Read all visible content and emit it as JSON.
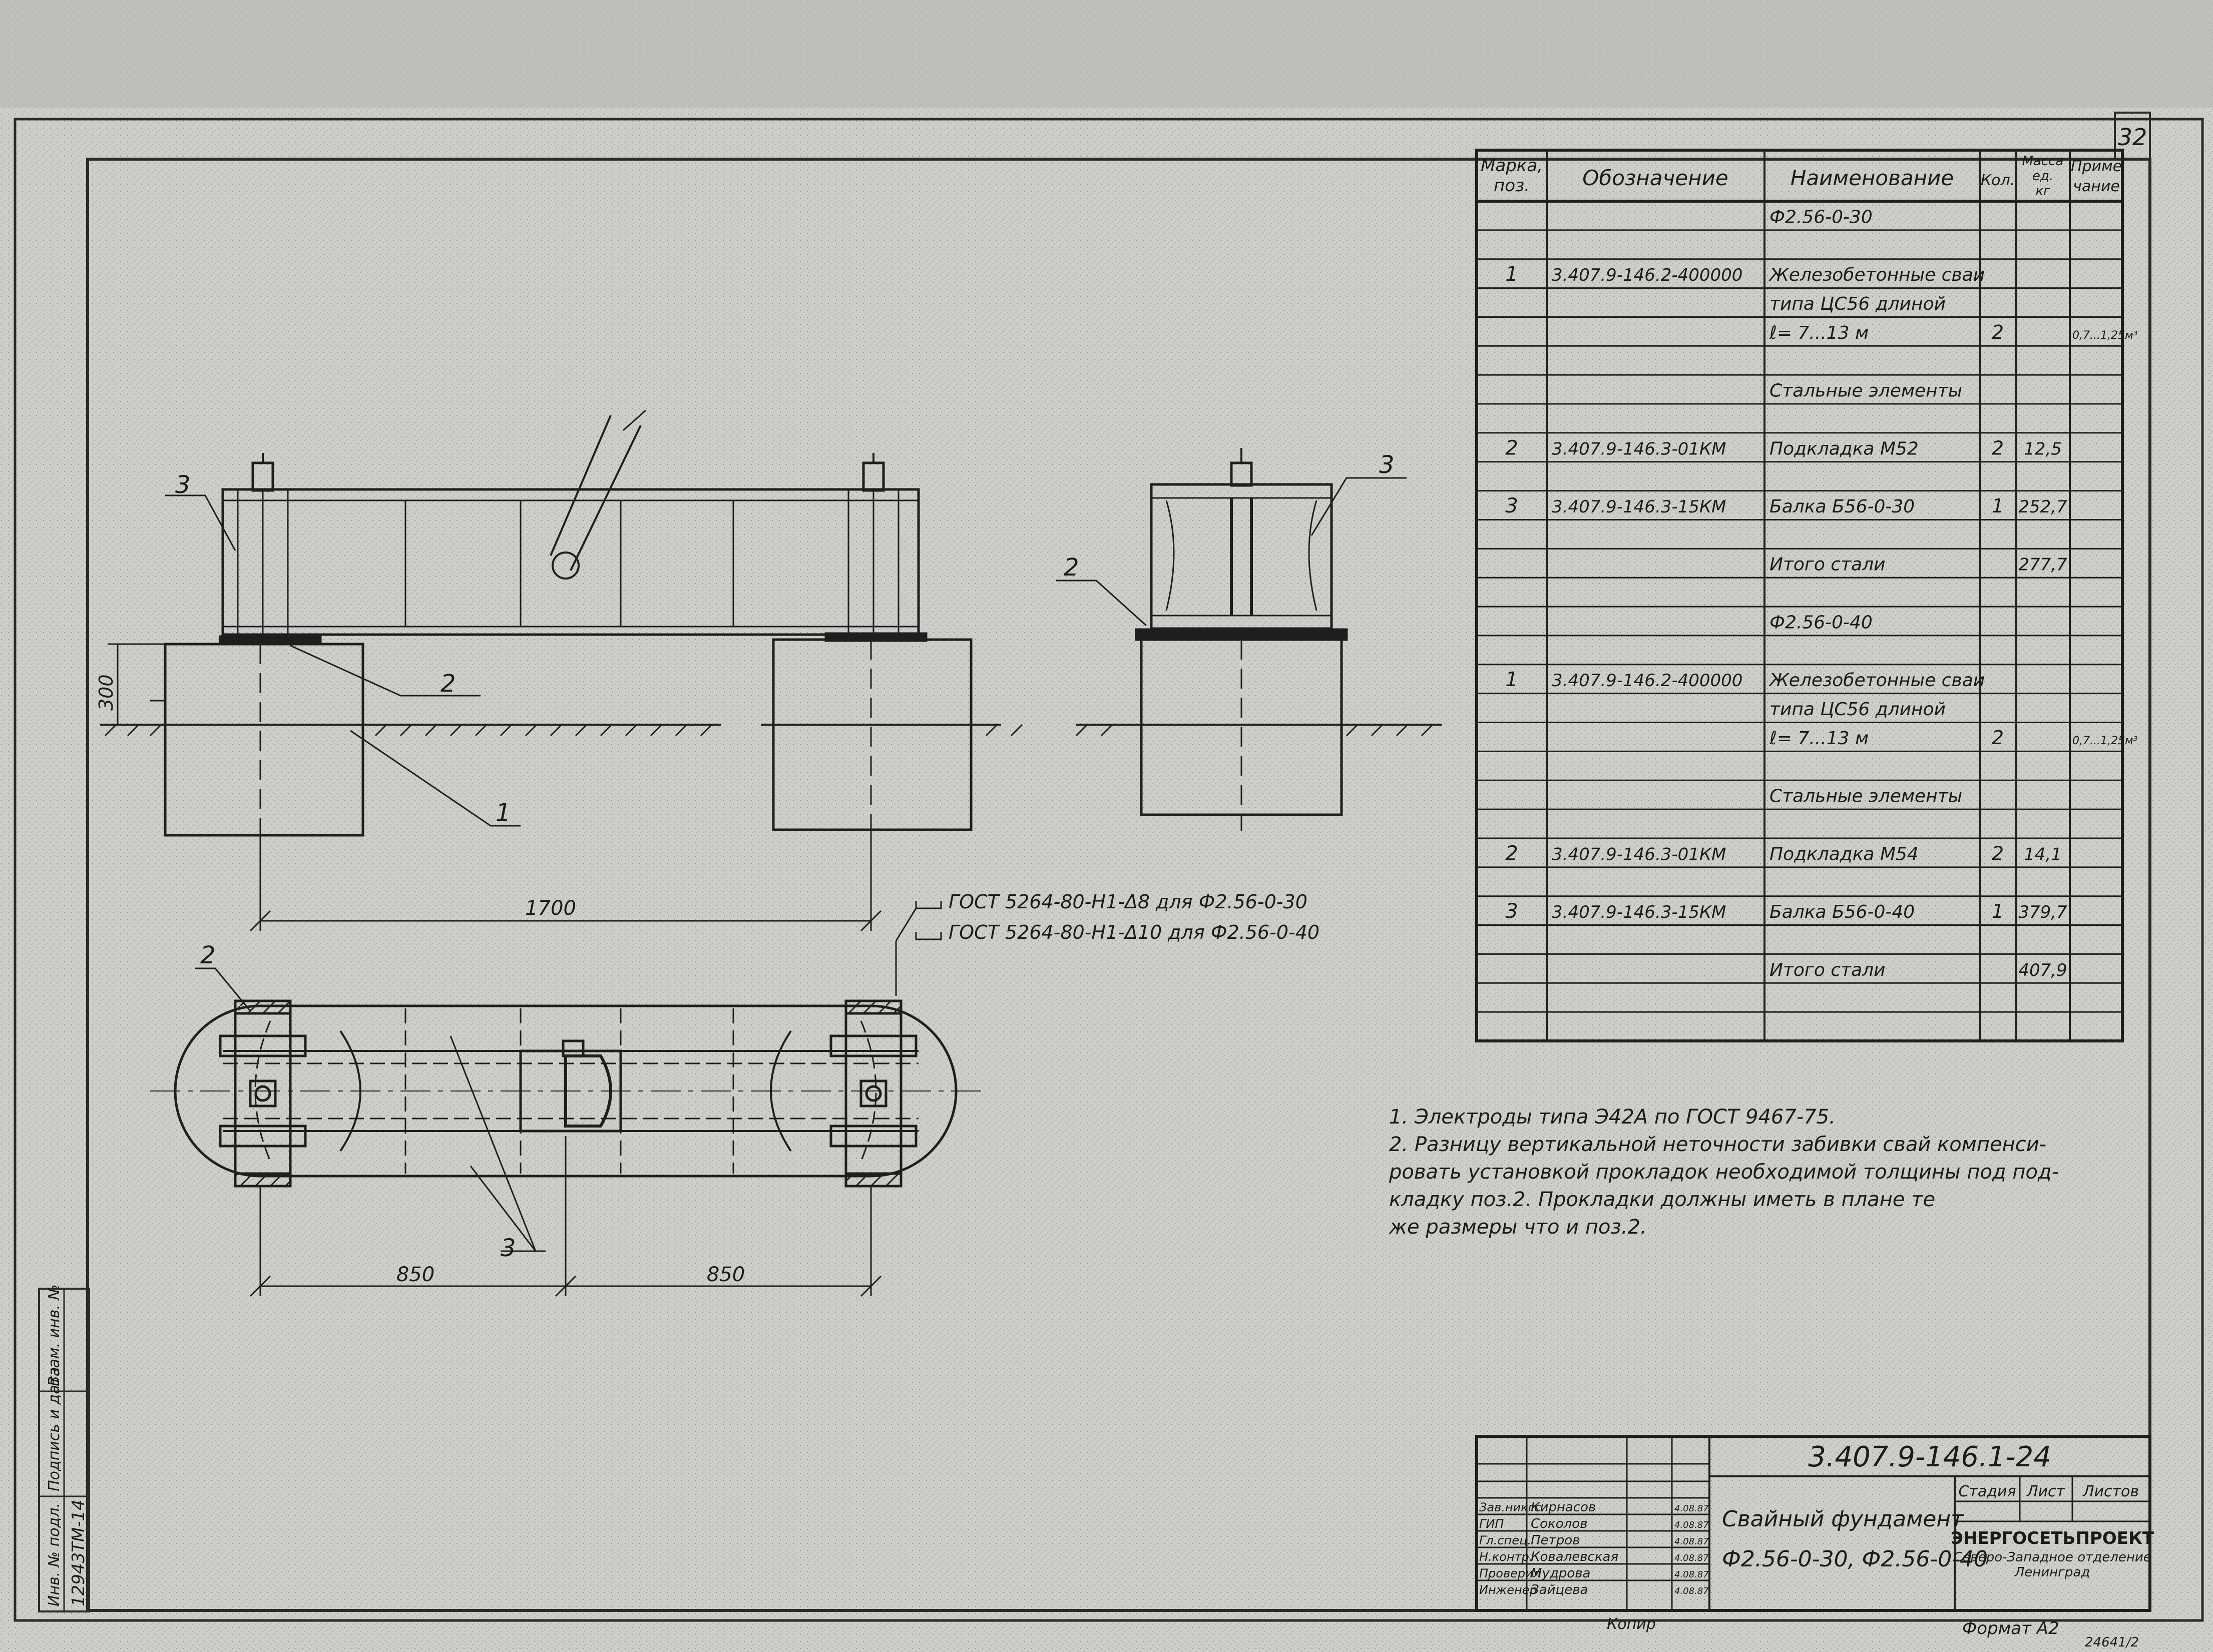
{
  "sheet_number": "32",
  "dimensions": {
    "height_300": "300",
    "span_1700": "1700",
    "span_850_left": "850",
    "span_850_right": "850"
  },
  "callouts": {
    "c1": "1",
    "c2a": "2",
    "c2b": "2",
    "c2c": "2",
    "c3a": "3",
    "c3b": "3",
    "c3c": "3"
  },
  "weld_notes": [
    "ГОСТ 5264-80-Н1-Δ8  для Ф2.56-0-30",
    "ГОСТ 5264-80-Н1-Δ10  для Ф2.56-0-40"
  ],
  "spec_table": {
    "headers": {
      "mark": [
        "Марка,",
        "поз."
      ],
      "designation": "Обозначение",
      "name": "Наименование",
      "qty": "Кол.",
      "mass": [
        "Масса",
        "ед.",
        "кг"
      ],
      "note": [
        "Приме",
        "чание"
      ]
    },
    "rows": [
      {
        "mark": "",
        "designation": "",
        "name": "Ф2.56-0-30",
        "qty": "",
        "mass": "",
        "note": ""
      },
      {
        "mark": "",
        "designation": "",
        "name": "",
        "qty": "",
        "mass": "",
        "note": ""
      },
      {
        "mark": "1",
        "designation": "3.407.9-146.2-400000",
        "name": "Железобетонные сваи",
        "qty": "",
        "mass": "",
        "note": ""
      },
      {
        "mark": "",
        "designation": "",
        "name": "типа ЦС56 длиной",
        "qty": "",
        "mass": "",
        "note": ""
      },
      {
        "mark": "",
        "designation": "",
        "name": "ℓ= 7...13 м",
        "qty": "2",
        "mass": "",
        "note": "0,7...1,25м³"
      },
      {
        "mark": "",
        "designation": "",
        "name": "",
        "qty": "",
        "mass": "",
        "note": ""
      },
      {
        "mark": "",
        "designation": "",
        "name": "Стальные элементы",
        "qty": "",
        "mass": "",
        "note": ""
      },
      {
        "mark": "",
        "designation": "",
        "name": "",
        "qty": "",
        "mass": "",
        "note": ""
      },
      {
        "mark": "2",
        "designation": "3.407.9-146.3-01КМ",
        "name": "Подкладка  М52",
        "qty": "2",
        "mass": "12,5",
        "note": ""
      },
      {
        "mark": "",
        "designation": "",
        "name": "",
        "qty": "",
        "mass": "",
        "note": ""
      },
      {
        "mark": "3",
        "designation": "3.407.9-146.3-15КМ",
        "name": "Балка  Б56-0-30",
        "qty": "1",
        "mass": "252,7",
        "note": ""
      },
      {
        "mark": "",
        "designation": "",
        "name": "",
        "qty": "",
        "mass": "",
        "note": ""
      },
      {
        "mark": "",
        "designation": "",
        "name": "Итого  стали",
        "qty": "",
        "mass": "277,7",
        "note": ""
      },
      {
        "mark": "",
        "designation": "",
        "name": "",
        "qty": "",
        "mass": "",
        "note": ""
      },
      {
        "mark": "",
        "designation": "",
        "name": "Ф2.56-0-40",
        "qty": "",
        "mass": "",
        "note": ""
      },
      {
        "mark": "",
        "designation": "",
        "name": "",
        "qty": "",
        "mass": "",
        "note": ""
      },
      {
        "mark": "1",
        "designation": "3.407.9-146.2-400000",
        "name": "Железобетонные сваи",
        "qty": "",
        "mass": "",
        "note": ""
      },
      {
        "mark": "",
        "designation": "",
        "name": "типа ЦС56 длиной",
        "qty": "",
        "mass": "",
        "note": ""
      },
      {
        "mark": "",
        "designation": "",
        "name": "ℓ= 7...13 м",
        "qty": "2",
        "mass": "",
        "note": "0,7...1,25м³"
      },
      {
        "mark": "",
        "designation": "",
        "name": "",
        "qty": "",
        "mass": "",
        "note": ""
      },
      {
        "mark": "",
        "designation": "",
        "name": "Стальные элементы",
        "qty": "",
        "mass": "",
        "note": ""
      },
      {
        "mark": "",
        "designation": "",
        "name": "",
        "qty": "",
        "mass": "",
        "note": ""
      },
      {
        "mark": "2",
        "designation": "3.407.9-146.3-01КМ",
        "name": "Подкладка  М54",
        "qty": "2",
        "mass": "14,1",
        "note": ""
      },
      {
        "mark": "",
        "designation": "",
        "name": "",
        "qty": "",
        "mass": "",
        "note": ""
      },
      {
        "mark": "3",
        "designation": "3.407.9-146.3-15КМ",
        "name": "Балка  Б56-0-40",
        "qty": "1",
        "mass": "379,7",
        "note": ""
      },
      {
        "mark": "",
        "designation": "",
        "name": "",
        "qty": "",
        "mass": "",
        "note": ""
      },
      {
        "mark": "",
        "designation": "",
        "name": "Итого  стали",
        "qty": "",
        "mass": "407,9",
        "note": ""
      },
      {
        "mark": "",
        "designation": "",
        "name": "",
        "qty": "",
        "mass": "",
        "note": ""
      },
      {
        "mark": "",
        "designation": "",
        "name": "",
        "qty": "",
        "mass": "",
        "note": ""
      }
    ]
  },
  "notes": [
    "1. Электроды  типа  Э42А  по  ГОСТ  9467-75.",
    "2. Разницу  вертикальной  неточности  забивки  свай  компенси-",
    "ровать  установкой  прокладок  необходимой  толщины  под  под-",
    "кладку  поз.2.  Прокладки  должны  иметь  в  плане  те",
    "же  размеры  что  и  поз.2."
  ],
  "title_block": {
    "document_code": "3.407.9-146.1-24",
    "title_line1": "Свайный  фундамент",
    "title_line2": "Ф2.56-0-30, Ф2.56-0-40",
    "stage_label": "Стадия",
    "sheet_label": "Лист",
    "sheets_label": "Листов",
    "org_line1": "ЭНЕРГОСЕТЬПРОЕКТ",
    "org_line2": "Северо-Западное отделение",
    "org_line3": "Ленинград",
    "format": "Формат  А2",
    "copied_by": "Копир",
    "signatures": [
      {
        "role": "Зав.никгс.",
        "name": "Кирнасов",
        "date": "4.08.87"
      },
      {
        "role": "ГИП",
        "name": "Соколов",
        "date": "4.08.87"
      },
      {
        "role": "Гл.спец.",
        "name": "Петров",
        "date": "4.08.87"
      },
      {
        "role": "Н.контр.",
        "name": "Ковалевская",
        "date": "4.08.87"
      },
      {
        "role": "Проверил",
        "name": "Мудрова",
        "date": "4.08.87"
      },
      {
        "role": "Инженер",
        "name": "Зайцева",
        "date": "4.08.87"
      }
    ],
    "inventory": "12943ТМ-14",
    "side_labels": [
      "Инв. № подл.",
      "Подпись и дата",
      "Взам. инв. №"
    ],
    "corner_stamp": "24641/2"
  }
}
